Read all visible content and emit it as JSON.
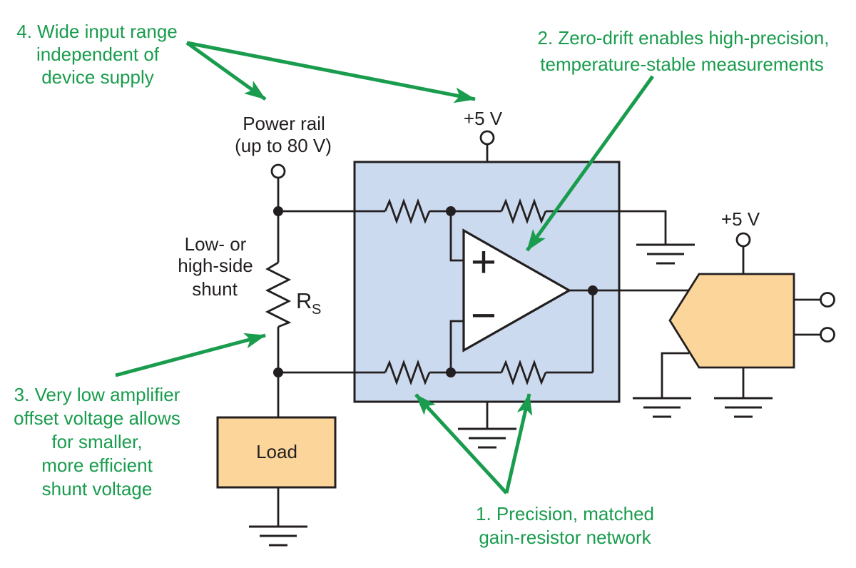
{
  "figure_type": "current-sense-amplifier circuit diagram",
  "colors": {
    "annotation_green": "#199c4d",
    "line_black": "#231f20",
    "amplifier_box_fill": "#cbdaee",
    "component_orange_fill": "#fbd59a",
    "opamp_fill": "#ffffff",
    "background": "#ffffff"
  },
  "annotations": {
    "note1": {
      "lines": [
        "1. Precision, matched",
        "gain-resistor network"
      ]
    },
    "note2": {
      "lines": [
        "2. Zero-drift enables high-precision,",
        "temperature-stable measurements"
      ]
    },
    "note3": {
      "lines": [
        "3. Very low amplifier",
        "offset voltage allows",
        "for smaller,",
        "more efficient",
        "shunt voltage"
      ]
    },
    "note4": {
      "lines": [
        "4. Wide input range",
        "independent of",
        "device supply"
      ]
    }
  },
  "labels": {
    "power_rail_line1": "Power rail",
    "power_rail_line2": "(up to 80 V)",
    "supply_amp": "+5 V",
    "supply_adc": "+5 V",
    "shunt_line1": "Low- or",
    "shunt_line2": "high-side",
    "shunt_line3": "shunt",
    "shunt_ref": "R",
    "shunt_ref_sub": "S",
    "load": "Load",
    "opamp_plus": "+",
    "opamp_minus": "−"
  }
}
